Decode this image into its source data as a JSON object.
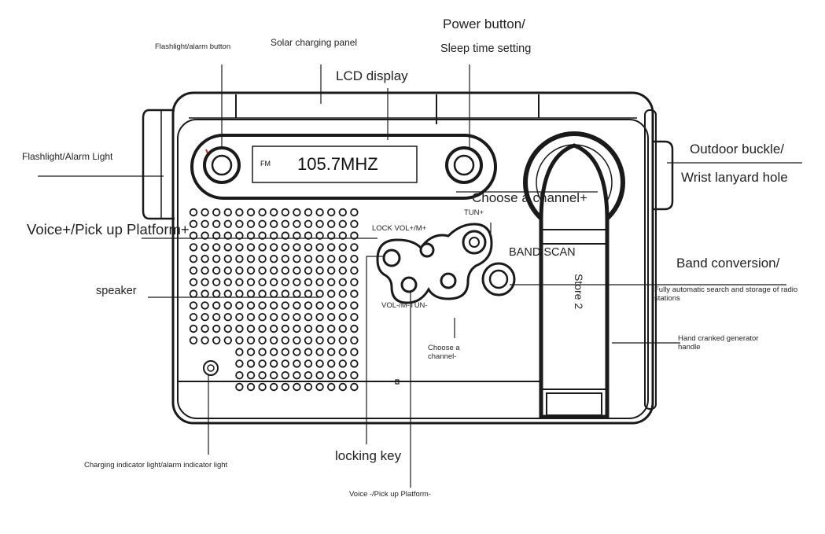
{
  "display": {
    "band": "FM",
    "frequency": "105.7MHZ"
  },
  "labels": {
    "flashlight_alarm_button": "Flashlight/alarm button",
    "solar_panel": "Solar charging panel",
    "lcd_display": "LCD display",
    "power_button_line1": "Power button/",
    "power_button_line2": "Sleep time setting",
    "flashlight_alarm_light": "Flashlight/Alarm Light",
    "outdoor_buckle_line1": "Outdoor buckle/",
    "outdoor_buckle_line2": "Wrist lanyard hole",
    "choose_channel_plus": "Choose a channel+",
    "voice_plus": "Voice+/Pick up Platform+",
    "lock_vol_plus": "LOCK VOL+/M+",
    "tun_plus": "TUN+",
    "band_scan": "BAND SCAN",
    "band_conversion": "Band conversion/",
    "auto_search": "Fully automatic search and storage of radio stations",
    "speaker": "speaker",
    "store": "Store 2",
    "vol_minus": "VOL-/M-TUN-",
    "choose_channel_minus": "Choose a channel-",
    "hand_crank": "Hand cranked generator handle",
    "charging_indicator": "Charging indicator light/alarm indicator light",
    "locking_key": "locking key",
    "voice_minus": "Voice -/Pick up Platform-"
  },
  "colors": {
    "line": "#1a1a1a",
    "background": "#ffffff",
    "indicator_accent": "#cc2222"
  }
}
